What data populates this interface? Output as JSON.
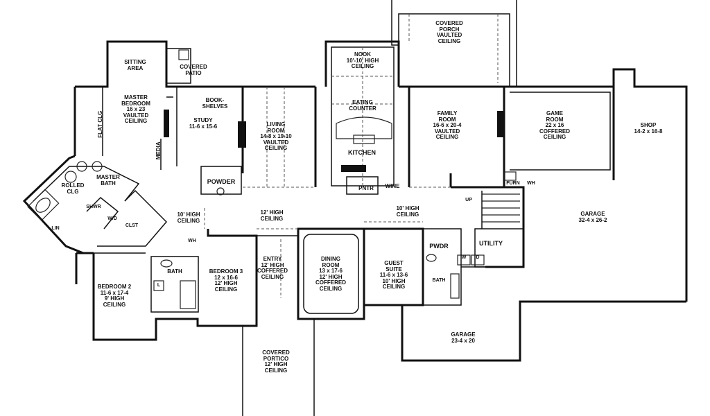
{
  "rooms": {
    "covered_porch": [
      "COVERED",
      "PORCH",
      "VAULTED",
      "CEILING"
    ],
    "sitting_area": [
      "SITTING",
      "AREA"
    ],
    "covered_patio": [
      "COVERED",
      "PATIO"
    ],
    "nook": [
      "NOOK",
      "10'-10' HIGH",
      "CEILING"
    ],
    "master_bedroom": [
      "MASTER",
      "BEDROOM",
      "16 x 23",
      "VAULTED",
      "CEILING"
    ],
    "book_shelves": [
      "BOOK-",
      "SHELVES"
    ],
    "study": [
      "STUDY",
      "11-6 x 15-6"
    ],
    "eating_counter": [
      "EATING",
      "COUNTER"
    ],
    "family_room": [
      "FAMILY",
      "ROOM",
      "16-6 x 20-4",
      "VAULTED",
      "CEILING"
    ],
    "game_room": [
      "GAME",
      "ROOM",
      "22 x 16",
      "COFFERED",
      "CEILING"
    ],
    "shop": [
      "SHOP",
      "14-2 x 16-8"
    ],
    "flat_clg": [
      "FLAT CLG"
    ],
    "living_room": [
      "LIVING",
      "ROOM",
      "14-8 x 19-10",
      "VAULTED",
      "CEILING"
    ],
    "media": [
      "MEDIA"
    ],
    "kitchen": [
      "KITCHEN"
    ],
    "master_bath": [
      "MASTER",
      "BATH"
    ],
    "rolled_clg": [
      "ROLLED",
      "CLG"
    ],
    "powder": [
      "POWDER"
    ],
    "pntr": [
      "PNTR"
    ],
    "wine": [
      "WINE"
    ],
    "furn": [
      "FURN"
    ],
    "wh": [
      "WH"
    ],
    "shwr": [
      "SHWR"
    ],
    "up": [
      "UP"
    ],
    "hall_10": [
      "10' HIGH",
      "CEILING"
    ],
    "hall_12": [
      "12' HIGH",
      "CEILING"
    ],
    "hall_10b": [
      "10' HIGH",
      "CEILING"
    ],
    "garage_main": [
      "GARAGE",
      "32-4 x 26-2"
    ],
    "wd_master": [
      "W/D"
    ],
    "clst": [
      "CLST"
    ],
    "lin": [
      "LIN"
    ],
    "pwdr": [
      "PWDR"
    ],
    "utility": [
      "UTILITY"
    ],
    "wh2": [
      "WH"
    ],
    "entry": [
      "ENTRY",
      "12' HIGH",
      "COFFERED",
      "CEILING"
    ],
    "dining_room": [
      "DINING",
      "ROOM",
      "13 x 17-6",
      "12' HIGH",
      "COFFERED",
      "CEILING"
    ],
    "guest_suite": [
      "GUEST",
      "SUITE",
      "11-6 x 13-6",
      "10' HIGH",
      "CEILING"
    ],
    "bath_left": [
      "BATH"
    ],
    "bedroom3": [
      "BEDROOM 3",
      "12 x 16-6",
      "12' HIGH",
      "CEILING"
    ],
    "bedroom2": [
      "BEDROOM 2",
      "11-6 x 17-4",
      "9' HIGH",
      "CEILING"
    ],
    "l_mark": [
      "L"
    ],
    "bath_guest": [
      "BATH"
    ],
    "wd_util": [
      "W",
      "D"
    ],
    "garage_small": [
      "GARAGE",
      "23-4 x 20"
    ],
    "covered_portico": [
      "COVERED",
      "PORTICO",
      "12' HIGH",
      "CEILING"
    ]
  }
}
